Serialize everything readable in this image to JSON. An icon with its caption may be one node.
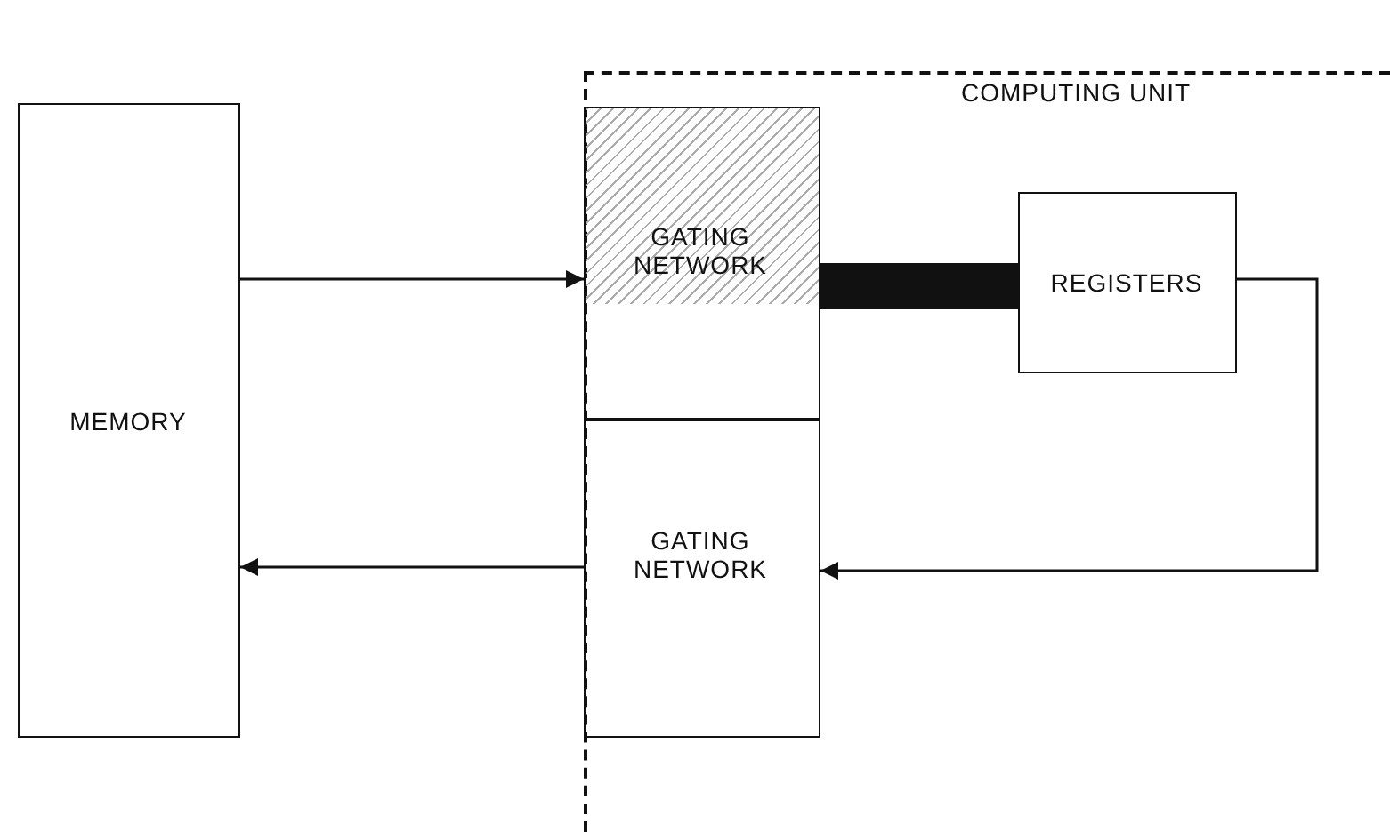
{
  "diagram": {
    "nodes": [
      {
        "text": [
          "MEMORY"
        ]
      },
      {
        "text": [
          "COMPUTING UNIT"
        ]
      },
      {
        "text": [
          "GATING NETWORK"
        ],
        "in": 1
      },
      {
        "text": [
          "GATING NETWORK"
        ],
        "in": 1
      },
      {
        "text": [
          "REGISTERS"
        ],
        "in": 1
      }
    ],
    "edges": [
      {
        "from": 0,
        "to": 2,
        "arrow": "to"
      },
      {
        "from": 2,
        "to": 4,
        "arrow": "none",
        "style": "thick"
      },
      {
        "from": 4,
        "to": 3,
        "arrow": "to"
      },
      {
        "from": 3,
        "to": 0,
        "arrow": "to"
      }
    ]
  }
}
